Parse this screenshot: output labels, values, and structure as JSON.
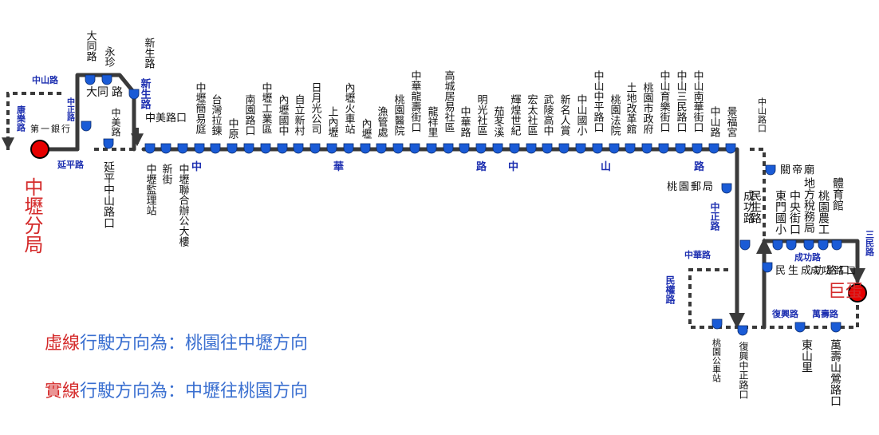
{
  "colors": {
    "line": "#3a3a3a",
    "stop": "#1a5bd6",
    "road": "#1d2fb0",
    "terminal": "#e60000",
    "text": "#111111",
    "legend_a": "#d42a2a",
    "legend_b": "#3a6fd0"
  },
  "terminals": {
    "zhongli": "中壢分局",
    "judan": "巨蛋"
  },
  "roads": {
    "zhongshan_rd_w": "中山路",
    "yanping_rd": "延平路",
    "kangle_rd": "康樂路",
    "zhongzheng_rd_w": "中正路",
    "xinsheng_rd": "新生路",
    "zhongmei_rd": "中美路",
    "main_hua": "華",
    "main_lu1": "路",
    "main_zhong": "中",
    "main_shan": "山",
    "main_lu2": "路",
    "main_zhong_left": "中",
    "zhongzheng_rd_e": "中正路",
    "zhonghua_rd": "中華路",
    "minquan_rd": "民權路",
    "fuxing_rd": "復興路",
    "wanshou_rd": "萬壽路",
    "chenggong_rd": "成功路",
    "sanmin_rd": "三民路",
    "minsheng_rd": "民生路"
  },
  "stops_top": [
    "中壢簡易庭",
    "台灣拉鍊",
    "中原",
    "南園路口",
    "中壢工業區",
    "內壢國中",
    "自立新村",
    "日月光公司",
    "上內壢",
    "內壢火車站",
    "內壢",
    "漁管處",
    "桃園醫院",
    "中華龍壽街口",
    "龍祥里",
    "高城居易社區",
    "中華路",
    "明光社區",
    "茄苳溪",
    "輝煌世紀",
    "宏太社區",
    "武陵高中",
    "新名人賞",
    "中山國小",
    "中山中平路口",
    "桃園法院",
    "土地改革館",
    "桃園市政府",
    "中山育樂街口",
    "中山三民路口",
    "中山南華街口",
    "中山路",
    "景福宮"
  ],
  "stops_bottom": [
    "中壢監理站",
    "新街",
    "中壢聯合辦公大樓"
  ],
  "stops_west": {
    "datong": "大同路",
    "yongzhen": "永珍",
    "datong2": "大同",
    "road_lu": "路",
    "xinsheng_label": "新生路",
    "zhongmei_kou": "中美路口",
    "yanping_zhongshan": "延平中山路口",
    "first_bank": "第一銀行"
  },
  "stops_east": {
    "zhongshan_kou": "中山路口",
    "guandi": "關帝廟",
    "taoyuan_post": "桃園郵局",
    "chenggong": "成功路",
    "dongmen": "東門國小",
    "zhongyang": "中央街口",
    "tax": "地方稅務局",
    "agri": "桃園農工",
    "gym": "體育館",
    "chenggong_kou": "成功路口",
    "minsheng_chenggong": "民生成功路口",
    "bus_station": "桃園公車站",
    "fuxing_zhongzheng": "復興中正路口",
    "dongshan": "東山里",
    "wanshou_shaniao": "萬壽山鶯路口"
  },
  "legend": [
    {
      "key": "虛線",
      "desc": "行駛方向為：桃園往中壢方向"
    },
    {
      "key": "實線",
      "desc": "行駛方向為：中壢往桃園方向"
    }
  ]
}
